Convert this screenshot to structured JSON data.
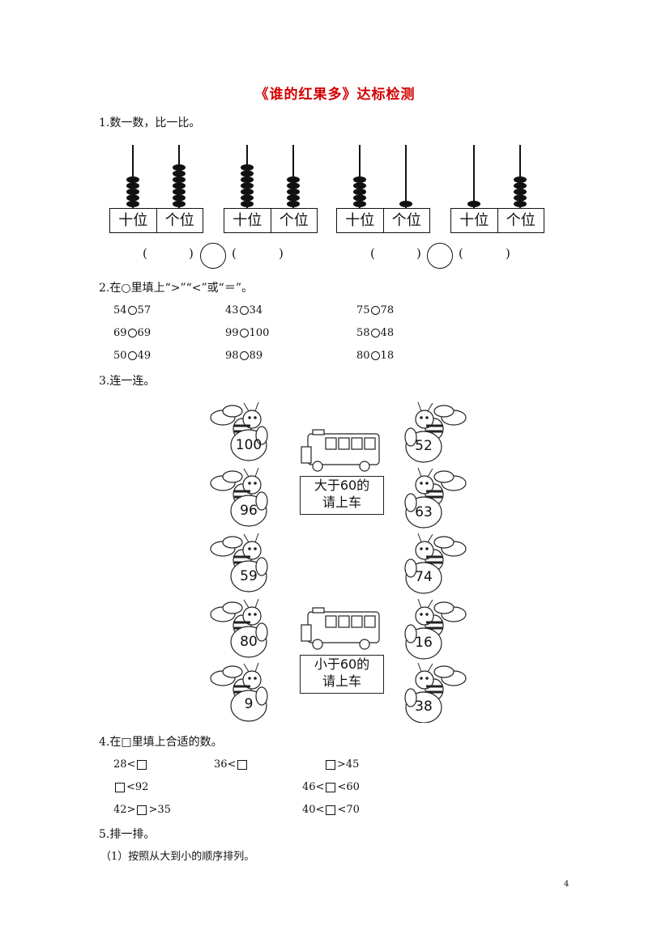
{
  "title": "《谁的红果多》达标检测",
  "q1": {
    "label": "1.数一数，比一比。",
    "abacus_labels": [
      "十位",
      "个位"
    ],
    "abaci": [
      {
        "tens_beads": 5,
        "ones_beads": 7
      },
      {
        "tens_beads": 7,
        "ones_beads": 5
      },
      {
        "tens_beads": 5,
        "ones_beads": 1
      },
      {
        "tens_beads": 1,
        "ones_beads": 5
      }
    ],
    "paren_open": "(",
    "paren_close": ")"
  },
  "q2": {
    "label": "2.在○里填上“>”“<”或“＝”。",
    "rows": [
      [
        [
          "54",
          "57"
        ],
        [
          "43",
          "34"
        ],
        [
          "75",
          "78"
        ]
      ],
      [
        [
          "69",
          "69"
        ],
        [
          "99",
          "100"
        ],
        [
          "58",
          "48"
        ]
      ],
      [
        [
          "50",
          "49"
        ],
        [
          "98",
          "89"
        ],
        [
          "80",
          "18"
        ]
      ]
    ]
  },
  "q3": {
    "label": "3.连一连。",
    "left_numbers": [
      "100",
      "96",
      "59",
      "80",
      "9"
    ],
    "right_numbers": [
      "52",
      "63",
      "74",
      "16",
      "38"
    ],
    "bus_signs": [
      [
        "大于60的",
        "请上车"
      ],
      [
        "小于60的",
        "请上车"
      ]
    ]
  },
  "q4": {
    "label": "4.在□里填上合适的数。",
    "items": {
      "a": {
        "pre": "28<",
        "post": ""
      },
      "b": {
        "pre": "36<",
        "post": ""
      },
      "c": {
        "pre": "",
        "post": ">45"
      },
      "d": {
        "pre": "",
        "post": "<92"
      },
      "e": {
        "pre": "46<",
        "mid": "<60"
      },
      "f": {
        "pre": "42>",
        "mid": ">35"
      },
      "g": {
        "pre": "40<",
        "mid": "<70"
      }
    }
  },
  "q5": {
    "label": "5.排一排。",
    "sub1": "（1）按照从大到小的顺序排列。"
  },
  "page_number": "4"
}
